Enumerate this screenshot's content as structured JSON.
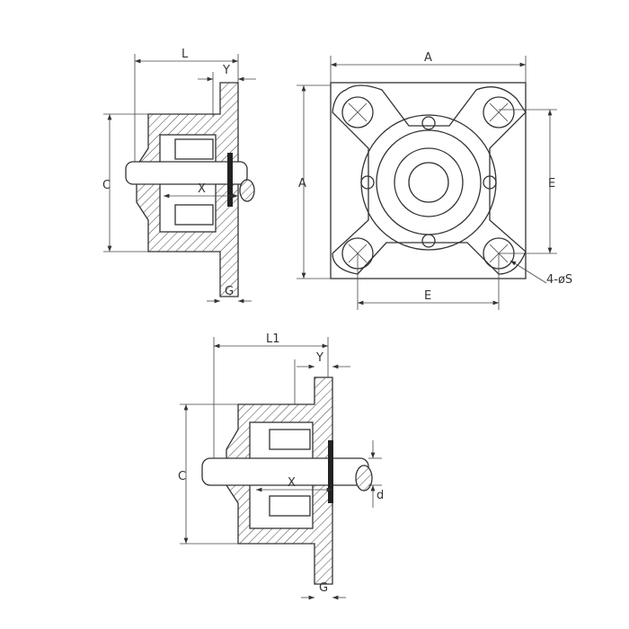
{
  "top_section_view": {
    "L": "L",
    "Y": "Y",
    "C": "C",
    "X": "X",
    "G": "G"
  },
  "front_view": {
    "A_top": "A",
    "A_left": "A",
    "E_right": "E",
    "E_bottom": "E",
    "holes": "4-øS"
  },
  "bottom_section_view": {
    "L1": "L1",
    "Y": "Y",
    "C": "C",
    "X": "X",
    "d": "d",
    "G": "G"
  }
}
